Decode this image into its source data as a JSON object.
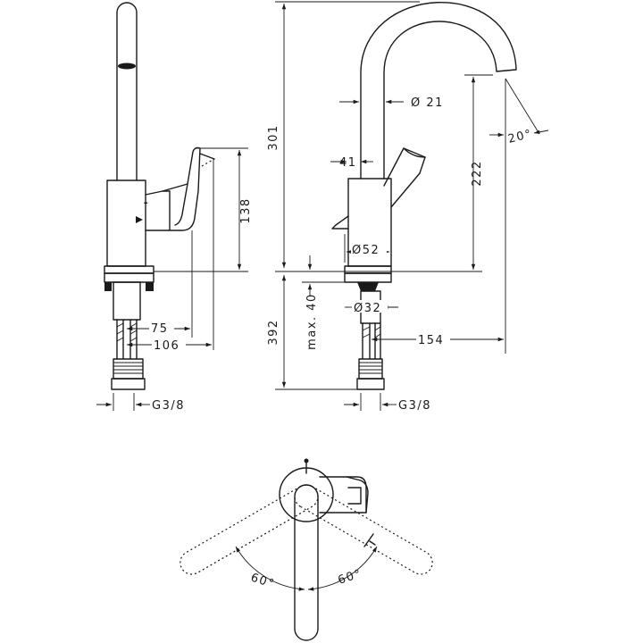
{
  "labels": {
    "phi21": "Ø 21",
    "deg20": "20°",
    "d301": "301",
    "d222": "222",
    "d41": "41",
    "phi52": "Ø52",
    "d138": "138",
    "phi32": "Ø32",
    "max40": "max. 40",
    "d392": "392",
    "d75": "75",
    "d106": "106",
    "d154": "154",
    "thread_left": "G3/8",
    "thread_right": "G3/8",
    "angle_left": "60°",
    "angle_right": "60°"
  }
}
